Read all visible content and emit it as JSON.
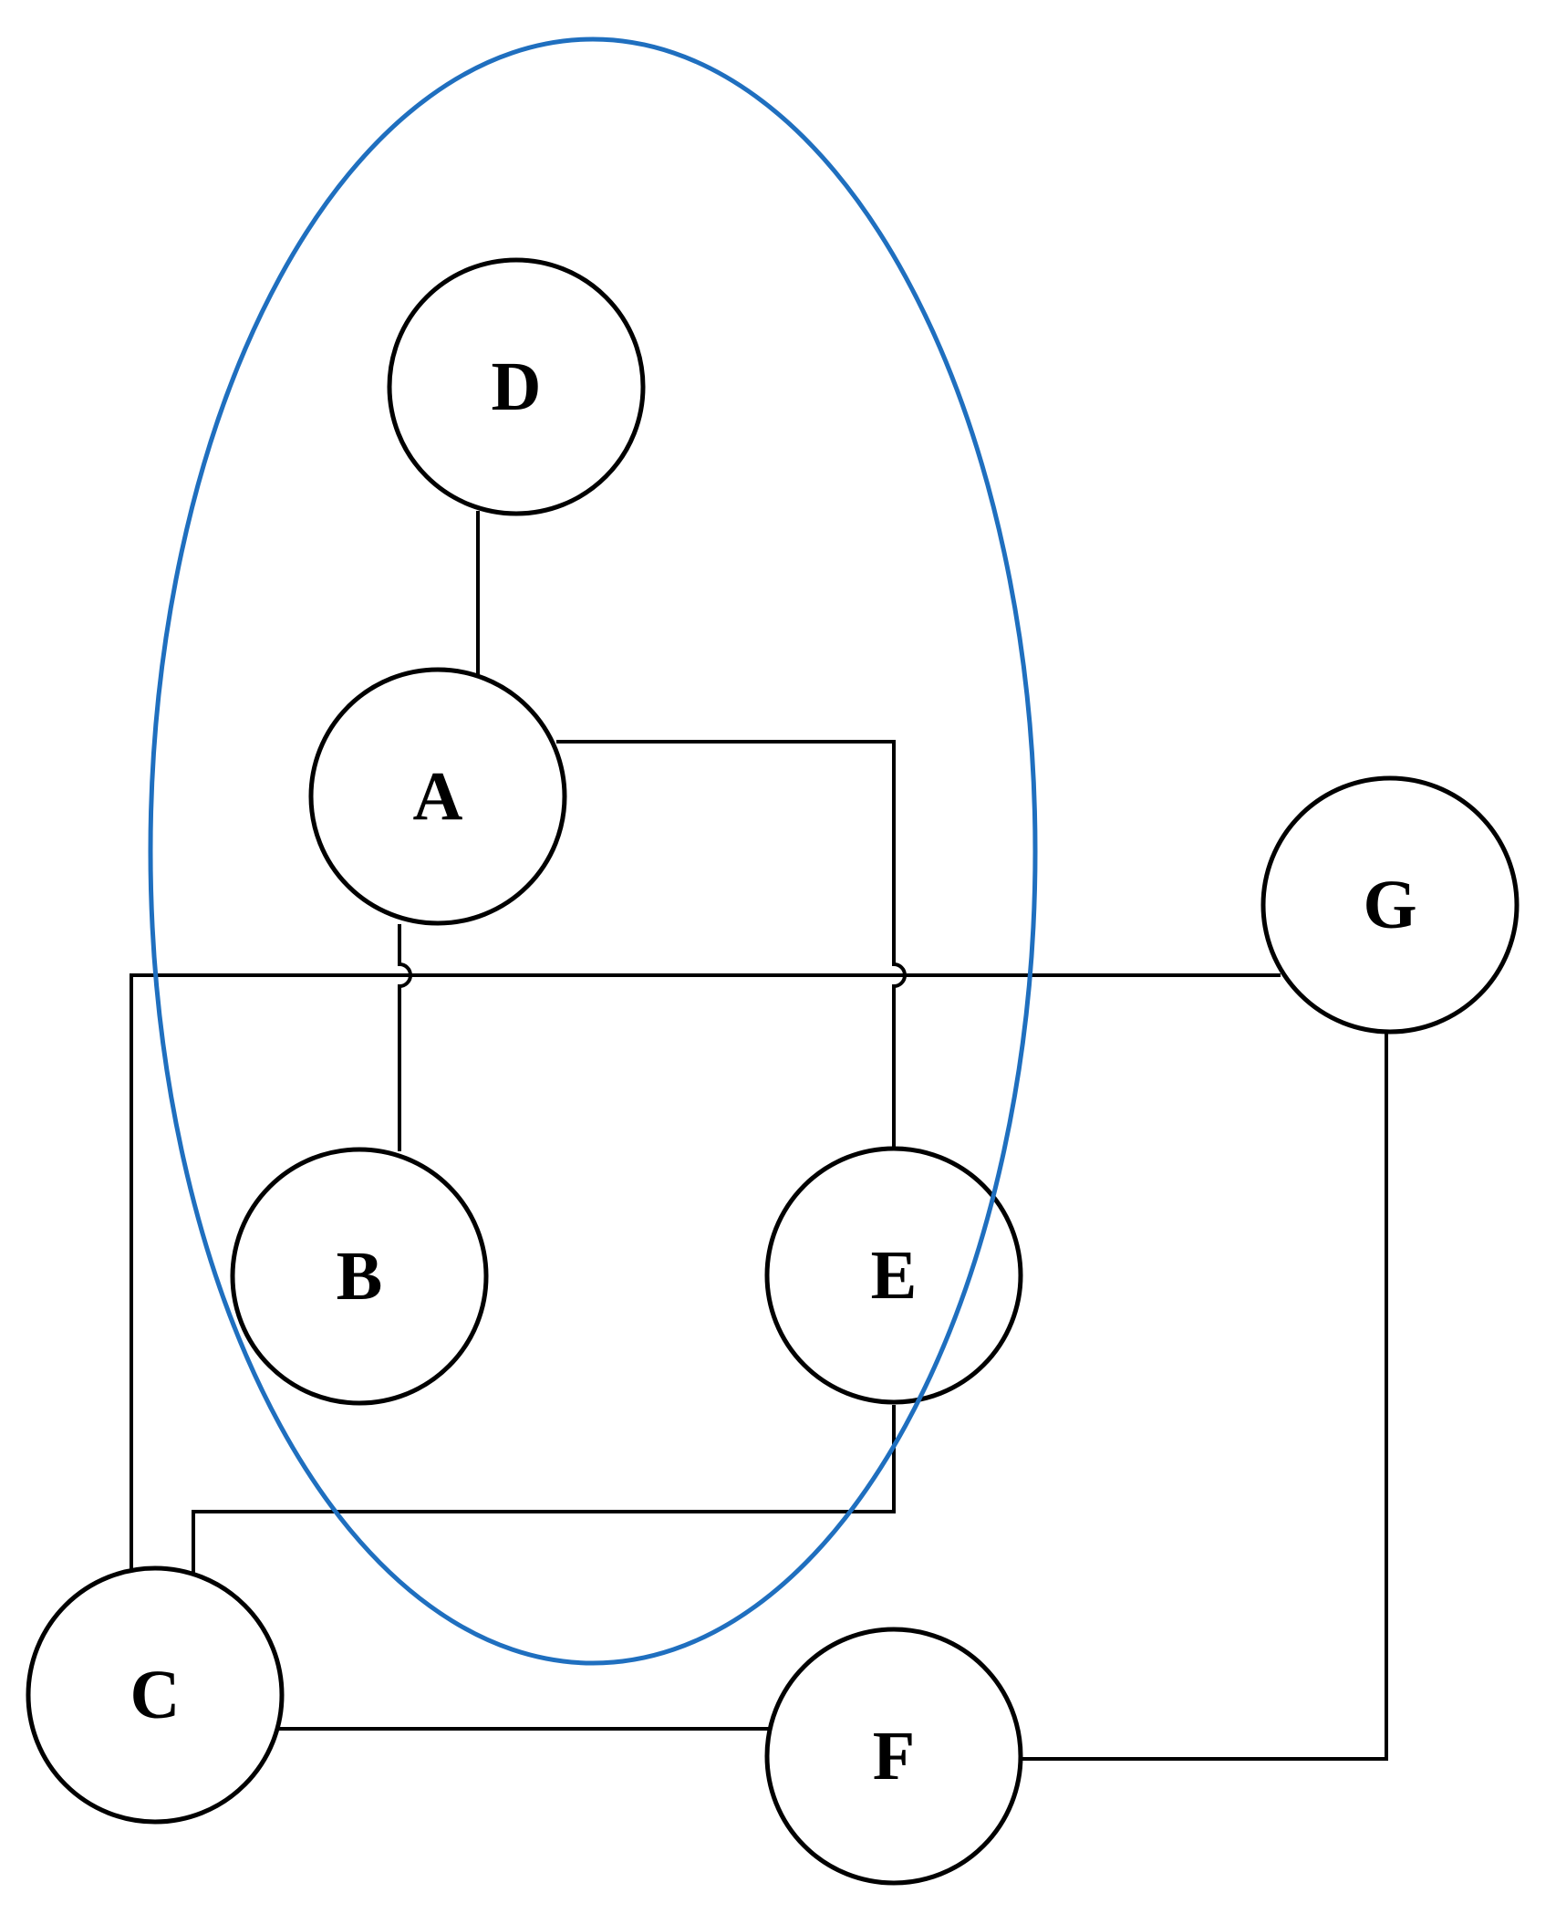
{
  "diagram": {
    "colors": {
      "edge": "#000000",
      "node_stroke": "#000000",
      "node_fill": "#ffffff",
      "label": "#000000",
      "group_outline": "#1f6fbf"
    },
    "nodes": [
      {
        "id": "D",
        "label": "D"
      },
      {
        "id": "A",
        "label": "A"
      },
      {
        "id": "G",
        "label": "G"
      },
      {
        "id": "B",
        "label": "B"
      },
      {
        "id": "E",
        "label": "E"
      },
      {
        "id": "C",
        "label": "C"
      },
      {
        "id": "F",
        "label": "F"
      }
    ],
    "edges": [
      {
        "from": "D",
        "to": "A"
      },
      {
        "from": "A",
        "to": "E"
      },
      {
        "from": "A",
        "to": "B"
      },
      {
        "from": "G",
        "to": "C"
      },
      {
        "from": "E",
        "to": "C"
      },
      {
        "from": "C",
        "to": "F"
      },
      {
        "from": "F",
        "to": "G"
      }
    ],
    "group": {
      "members": [
        "D",
        "A",
        "B",
        "E"
      ]
    }
  }
}
